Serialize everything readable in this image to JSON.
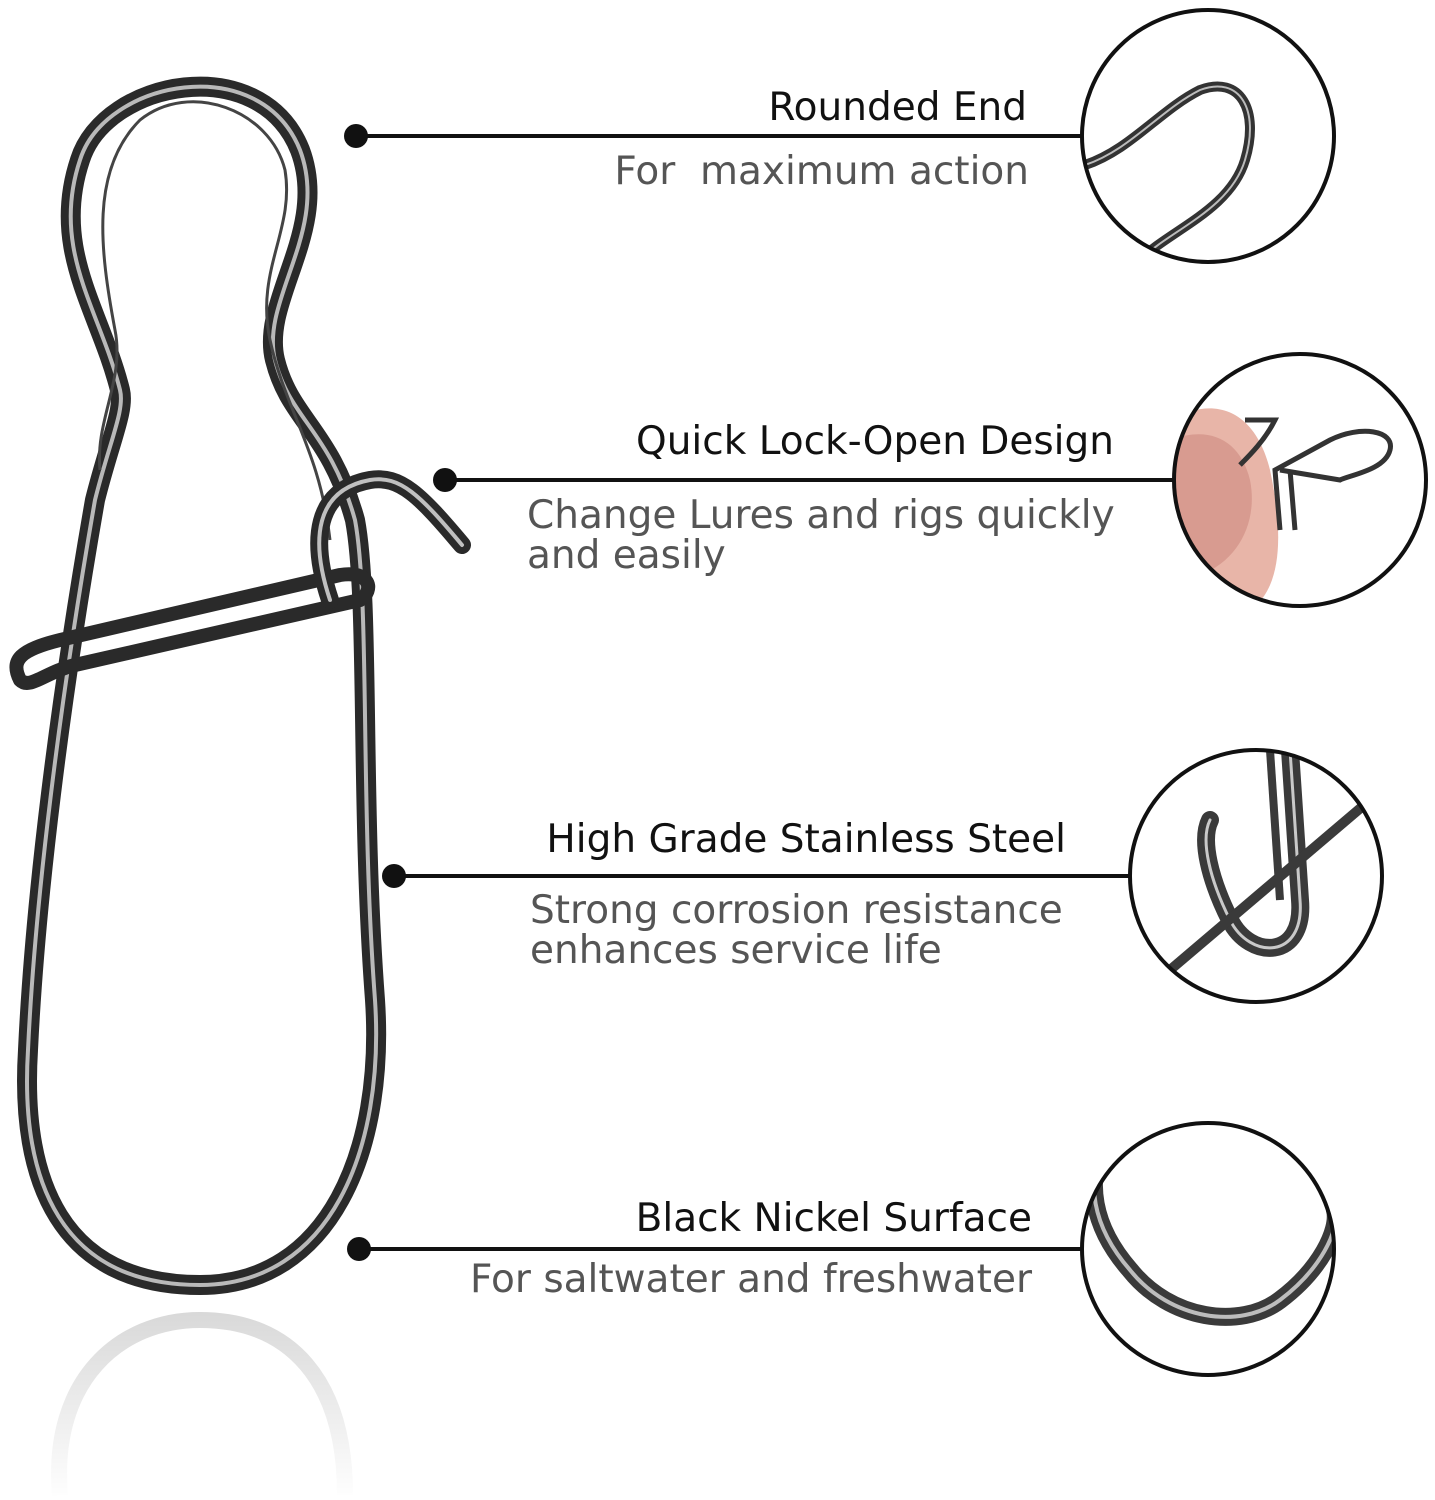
{
  "features": [
    {
      "title": "Rounded End",
      "description": "For  maximum action",
      "zoom_icon": "rounded-end-closeup"
    },
    {
      "title": "Quick Lock-Open Design",
      "description": "Change Lures and rigs quickly\nand easily",
      "zoom_icon": "hand-opening-snap-closeup"
    },
    {
      "title": "High Grade Stainless Steel",
      "description": "Strong corrosion resistance\nenhances service life",
      "zoom_icon": "wire-hook-closeup"
    },
    {
      "title": "Black Nickel Surface",
      "description": "For saltwater and freshwater",
      "zoom_icon": "bent-wire-closeup"
    }
  ],
  "product_icon": "fishing-snap-clip",
  "colors": {
    "line": "#111111",
    "title": "#111111",
    "description": "#555555",
    "wire": "#3a3a3a"
  }
}
